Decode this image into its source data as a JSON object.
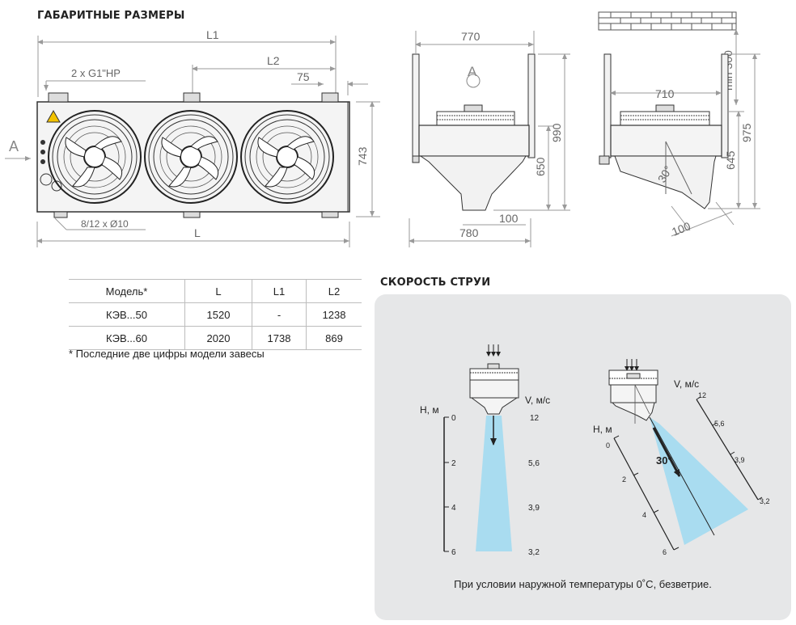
{
  "headings": {
    "dimensions": "ГАБАРИТНЫЕ РАЗМЕРЫ",
    "jet_speed": "СКОРОСТЬ СТРУИ"
  },
  "front_view": {
    "label_L1": "L1",
    "label_L2": "L2",
    "label_75": "75",
    "label_connection": "2 x G1\"НР",
    "label_743": "743",
    "label_mount": "8/12 x Ø10",
    "label_L": "L",
    "label_A": "A"
  },
  "side_view_1": {
    "label_770": "770",
    "label_A": "A",
    "label_990": "990",
    "label_650": "650",
    "label_100": "100",
    "label_780": "780"
  },
  "side_view_2": {
    "label_min300": "min 300",
    "label_710": "710",
    "label_975": "975",
    "label_645": "645",
    "label_30": "30°",
    "label_100": "100"
  },
  "table": {
    "headers": [
      "Модель*",
      "L",
      "L1",
      "L2"
    ],
    "rows": [
      [
        "КЭВ...50",
        "1520",
        "-",
        "1238"
      ],
      [
        "КЭВ...60",
        "2020",
        "1738",
        "869"
      ]
    ],
    "footnote": "* Последние две цифры модели завесы"
  },
  "jet_chart_vertical": {
    "h_label": "H, м",
    "v_label": "V, м/с",
    "h_ticks": [
      "0",
      "2",
      "4",
      "6"
    ],
    "v_ticks": [
      "12",
      "5,6",
      "3,9",
      "3,2"
    ]
  },
  "jet_chart_angled": {
    "h_label": "H, м",
    "v_label": "V, м/с",
    "h_ticks": [
      "0",
      "2",
      "4",
      "6"
    ],
    "v_ticks": [
      "12",
      "5,6",
      "3,9",
      "3,2"
    ],
    "angle_label": "30°"
  },
  "condition_text": "При условии наружной температуры 0˚С, безветрие.",
  "colors": {
    "jet": "#a9dcf0",
    "panel": "#e6e7e8",
    "dim_line": "#9a9a9a"
  }
}
